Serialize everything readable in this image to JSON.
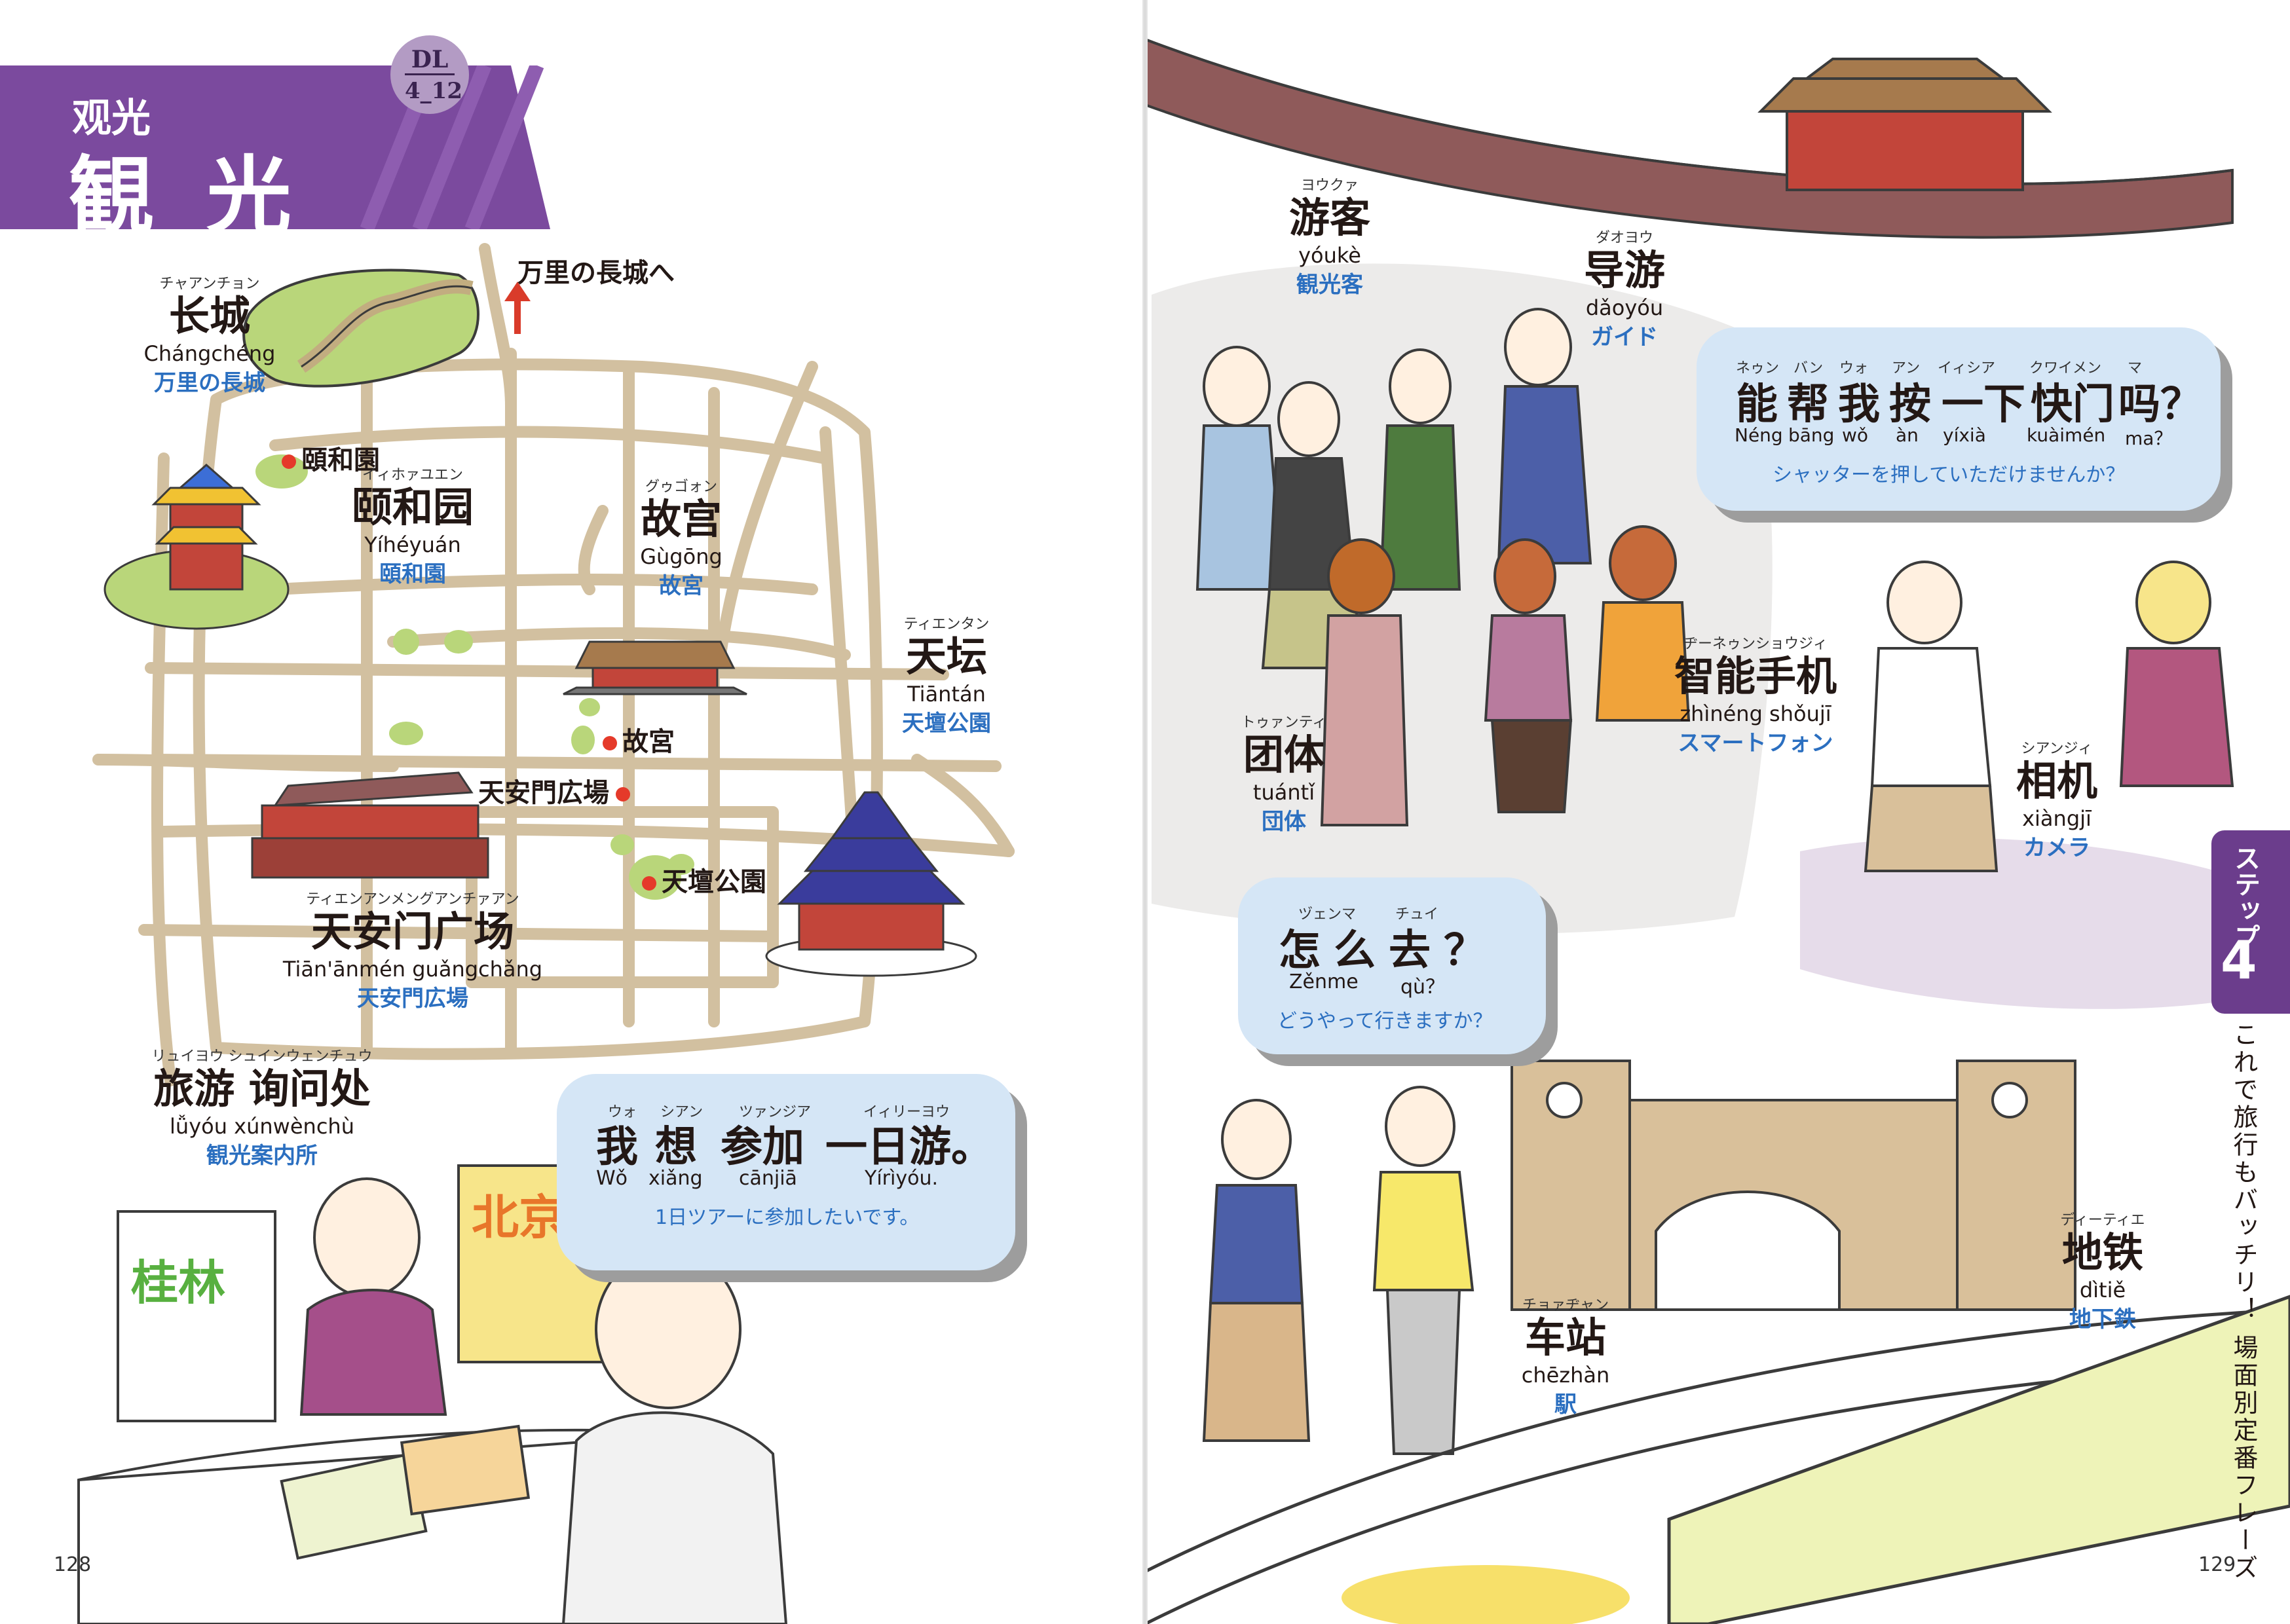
{
  "header": {
    "title_sub": "观光",
    "title_main": "観光",
    "dl_line1": "DL",
    "dl_line2": "4_12"
  },
  "map": {
    "arrow_label": "万里の長城へ",
    "pins": [
      {
        "label": "頤和園"
      },
      {
        "label": "故宮"
      },
      {
        "label": "天安門広場"
      },
      {
        "label": "天壇公園"
      }
    ]
  },
  "vocab_left": [
    {
      "ruby": "チャアンチョン",
      "hanzi": "长城",
      "pinyin": "Chángchéng",
      "ja": "万里の長城"
    },
    {
      "ruby": "イィホァユエン",
      "hanzi": "颐和园",
      "pinyin": "Yíhéyuán",
      "ja": "頤和園"
    },
    {
      "ruby": "グゥゴォン",
      "hanzi": "故宫",
      "pinyin": "Gùgōng",
      "ja": "故宮"
    },
    {
      "ruby": "ティエンタン",
      "hanzi": "天坛",
      "pinyin": "Tiāntán",
      "ja": "天壇公園"
    },
    {
      "ruby": "ティエンアンメングアンチァアン",
      "hanzi": "天安门广场",
      "pinyin": "Tiān'ānmén guǎngchǎng",
      "ja": "天安門広場"
    },
    {
      "ruby": "リュイヨウ  シュインウェンチュウ",
      "hanzi": "旅游 询问处",
      "pinyin": "lǚyóu  xúnwènchù",
      "ja": "観光案内所"
    }
  ],
  "signs": {
    "guilin": "桂林",
    "beijing": "北京"
  },
  "bubble_left": {
    "ruby": [
      "ウォ",
      "シアン",
      "ツァンジア",
      "イィリーヨウ"
    ],
    "hanzi": [
      "我",
      "想",
      "参加",
      "一日游。"
    ],
    "pinyin": [
      "Wǒ",
      "xiǎng",
      "cānjiā",
      "Yírìyóu."
    ],
    "ja": "1日ツアーに参加したいです。"
  },
  "vocab_right": [
    {
      "ruby": "ヨウクァ",
      "hanzi": "游客",
      "pinyin": "yóukè",
      "ja": "観光客"
    },
    {
      "ruby": "ダオヨウ",
      "hanzi": "导游",
      "pinyin": "dǎoyóu",
      "ja": "ガイド"
    },
    {
      "ruby": "ヂーネゥンショウジィ",
      "hanzi": "智能手机",
      "pinyin": "zhìnéng shǒujī",
      "ja": "スマートフォン"
    },
    {
      "ruby": "トゥァンティ",
      "hanzi": "团体",
      "pinyin": "tuántǐ",
      "ja": "団体"
    },
    {
      "ruby": "シアンジィ",
      "hanzi": "相机",
      "pinyin": "xiàngjī",
      "ja": "カメラ"
    },
    {
      "ruby": "チョァヂャン",
      "hanzi": "车站",
      "pinyin": "chēzhàn",
      "ja": "駅"
    },
    {
      "ruby": "ディーティエ",
      "hanzi": "地铁",
      "pinyin": "dìtiě",
      "ja": "地下鉄"
    }
  ],
  "bubble_camera": {
    "ruby": [
      "ネゥン",
      "バン",
      "ウォ",
      "アン",
      "イィシア",
      "クワイメン",
      "マ"
    ],
    "hanzi": [
      "能",
      "帮",
      "我",
      "按",
      "一下",
      "快门",
      "吗？"
    ],
    "pinyin": [
      "Néng",
      "bāng",
      "wǒ",
      "àn",
      "yíxià",
      "kuàimén",
      "ma？"
    ],
    "ja": "シャッターを押していただけませんか？"
  },
  "bubble_directions": {
    "ruby": [
      "ヅェンマ",
      "チュイ"
    ],
    "hanzi": [
      "怎么",
      "去？"
    ],
    "pinyin": [
      "Zěnme",
      "qù？"
    ],
    "ja": "どうやって行きますか？"
  },
  "side_tab": {
    "label": "ステップ",
    "number": "4",
    "vertical_text": "これで旅行もバッチリ！ 場面別定番フレーズ"
  },
  "page_numbers": {
    "left": "128",
    "right": "129"
  },
  "colors": {
    "banner_purple": "#7b4a9e",
    "accent_blue_text": "#2b6fc0",
    "bubble_fill": "#d5e6f6",
    "map_road": "#d2c0a0",
    "map_green": "#b9d67a",
    "pin_red": "#e53a2a",
    "wall_brown": "#8f5a5a"
  }
}
